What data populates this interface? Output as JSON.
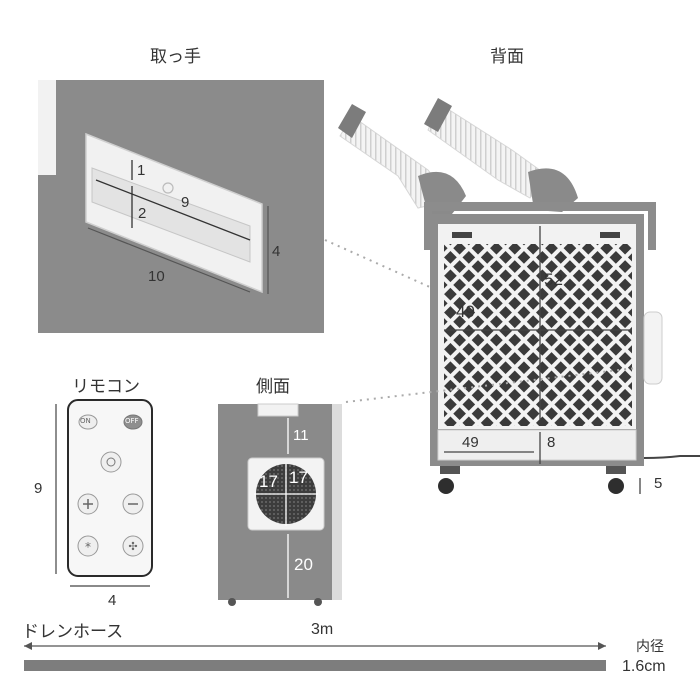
{
  "sections": {
    "handle": "取っ手",
    "back": "背面",
    "remote": "リモコン",
    "side": "側面",
    "drain_hose": "ドレンホース"
  },
  "handle_dims": {
    "depth_top": "1",
    "depth": "2",
    "inner_width": "9",
    "width": "10",
    "height": "4"
  },
  "back_dims": {
    "grille_height": "52",
    "grille_width": "49",
    "tray_width": "49",
    "tray_height": "8",
    "caster": "5"
  },
  "remote_dims": {
    "height": "9",
    "width": "4"
  },
  "remote_buttons": {
    "on": "ON",
    "off": "OFF"
  },
  "side_dims": {
    "top_gap": "11",
    "fan_w": "17",
    "fan_h": "17",
    "bottom_gap": "20"
  },
  "hose": {
    "length": "3m",
    "inner_diameter_label": "内径",
    "inner_diameter": "1.6cm"
  },
  "colors": {
    "panel_gray": "#8a8a8a",
    "hose_gray": "#7d7d7d",
    "unit_frame": "#8c8c8c",
    "guide_dots": "#aaaaaa"
  }
}
